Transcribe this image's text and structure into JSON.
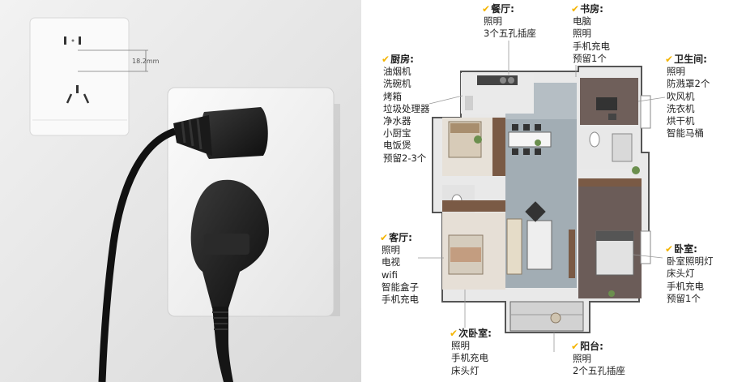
{
  "socket_dimension": "18.2mm",
  "rooms": {
    "dining": {
      "title": "餐厅:",
      "items": [
        "照明",
        "3个五孔插座"
      ]
    },
    "study": {
      "title": "书房:",
      "items": [
        "电脑",
        "照明",
        "手机充电",
        "预留1个"
      ]
    },
    "kitchen": {
      "title": "厨房:",
      "items": [
        "油烟机",
        "洗碗机",
        "烤箱",
        "垃圾处理器",
        "净水器",
        "小厨宝",
        "电饭煲",
        "预留2-3个"
      ]
    },
    "bathroom": {
      "title": "卫生间:",
      "items": [
        "照明",
        "防溅罩2个",
        "吹风机",
        "洗衣机",
        "烘干机",
        "智能马桶"
      ]
    },
    "living": {
      "title": "客厅:",
      "items": [
        "照明",
        "电视",
        "wifi",
        "智能盒子",
        "手机充电"
      ]
    },
    "master": {
      "title": "卧室:",
      "items": [
        "卧室照明灯",
        "床头灯",
        "手机充电",
        "预留1个"
      ]
    },
    "second": {
      "title": "次卧室:",
      "items": [
        "照明",
        "手机充电",
        "床头灯"
      ]
    },
    "balcony": {
      "title": "阳台:",
      "items": [
        "照明",
        "2个五孔插座"
      ]
    }
  },
  "colors": {
    "check": "#f4b400",
    "floor": "#9aa4ab",
    "wood": "#7a5a45",
    "wall": "#eeeeee"
  }
}
